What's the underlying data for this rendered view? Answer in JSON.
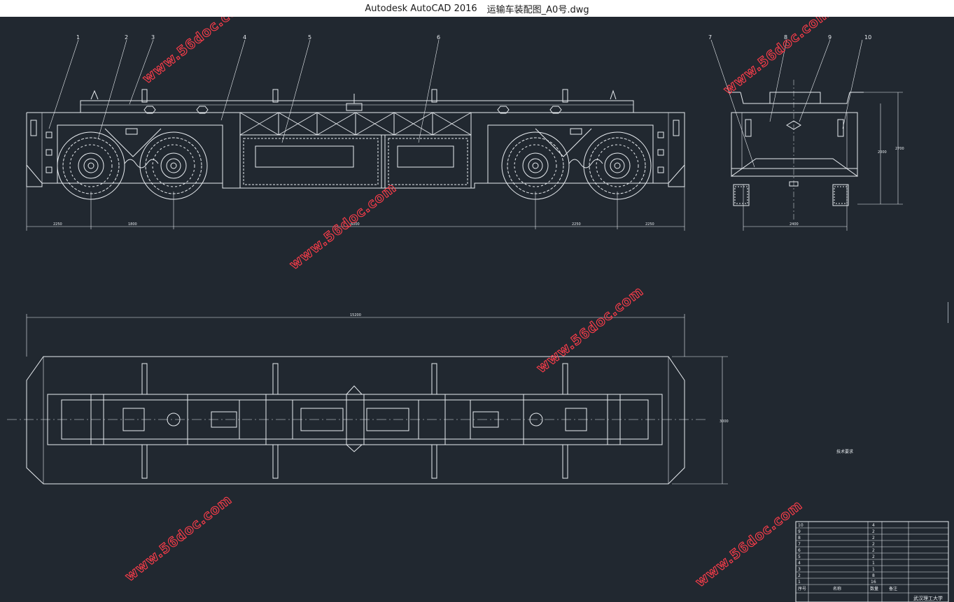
{
  "window": {
    "app_title": "Autodesk AutoCAD 2016",
    "file_name": "运输车装配图_A0号.dwg"
  },
  "colors": {
    "background": "#212830",
    "lines": "#e8ecf0",
    "watermark": "#ff3d4a",
    "titlebar": "#ffffff"
  },
  "drawing": {
    "balloons": [
      "1",
      "2",
      "3",
      "4",
      "5",
      "6",
      "7",
      "8",
      "9",
      "10"
    ],
    "front_view_dims": [
      "2250",
      "1800",
      "6000",
      "2250",
      "2250"
    ],
    "side_view_dims": [
      "2400",
      "2000",
      "2700"
    ],
    "plan_view_dims": [
      "15200",
      "3000"
    ],
    "technical_notes_title": "技术要求",
    "parts_rows": [
      "10",
      "9",
      "8",
      "7",
      "6",
      "5",
      "4",
      "3",
      "2",
      "1"
    ],
    "parts_qty": [
      "4",
      "2",
      "2",
      "2",
      "2",
      "2",
      "1",
      "1",
      "8",
      "16"
    ],
    "parts_header": [
      "序号",
      "名称",
      "数量",
      "备注"
    ],
    "school_label": "武汉理工大学"
  },
  "watermark": {
    "text": "www.56doc.com"
  }
}
